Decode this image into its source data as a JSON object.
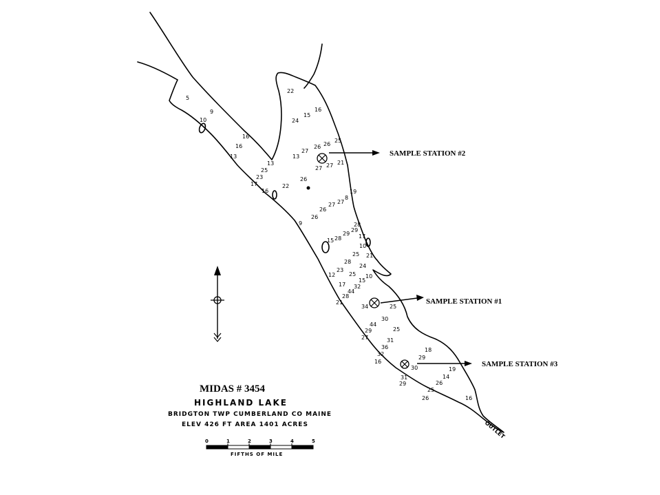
{
  "map": {
    "midas_label": "MIDAS # 3454",
    "lake_name": "HIGHLAND LAKE",
    "location_line": "BRIDGTON TWP   CUMBERLAND CO   MAINE",
    "elevation_area_line": "ELEV 426 FT    AREA 1401 ACRES",
    "scale_unit": "FIFTHS OF MILE",
    "scale_ticks": [
      "0",
      "1",
      "2",
      "3",
      "4",
      "5"
    ],
    "outlet_label": "OUTLET",
    "stations": [
      {
        "label": "SAMPLE STATION #2"
      },
      {
        "label": "SAMPLE STATION #1"
      },
      {
        "label": "SAMPLE STATION #3"
      }
    ],
    "depths": [
      "5",
      "9",
      "10",
      "16",
      "16",
      "13",
      "13",
      "25",
      "23",
      "17",
      "16",
      "22",
      "22",
      "16",
      "15",
      "24",
      "13",
      "27",
      "26",
      "26",
      "25",
      "27",
      "27",
      "21",
      "26",
      "19",
      "8",
      "27",
      "27",
      "26",
      "26",
      "9",
      "15",
      "28",
      "29",
      "29",
      "28",
      "17",
      "10",
      "21",
      "25",
      "28",
      "24",
      "23",
      "25",
      "12",
      "15",
      "10",
      "17",
      "32",
      "44",
      "28",
      "21",
      "34",
      "25",
      "30",
      "44",
      "29",
      "27",
      "25",
      "31",
      "36",
      "32",
      "16",
      "18",
      "29",
      "30",
      "31",
      "29",
      "19",
      "14",
      "26",
      "25",
      "26",
      "16"
    ],
    "icons": [
      "north-arrow-icon",
      "sample-station-icon"
    ]
  }
}
